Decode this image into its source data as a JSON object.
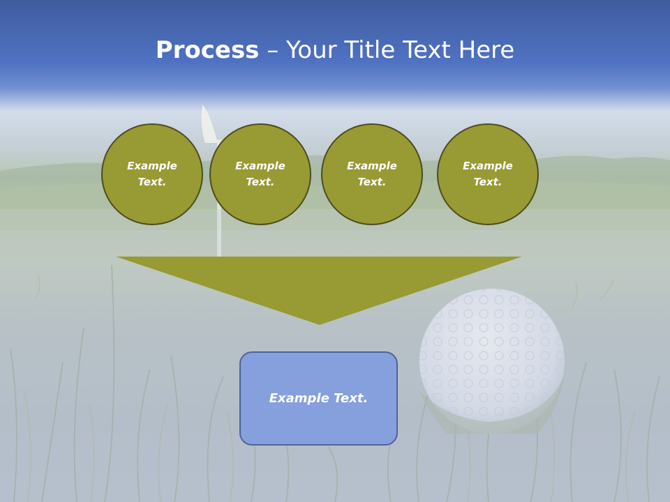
{
  "slide": {
    "title_bold": "Process",
    "title_rest": " – Your Title Text Here",
    "circles": [
      "Example Text.",
      "Example Text.",
      "Example Text.",
      "Example Text."
    ],
    "box_text": "Example Text."
  },
  "colors": {
    "olive_fill": "#989a33",
    "olive_border": "#4b4d1f",
    "box_fill": "#86a0dd",
    "box_border": "#4e6399",
    "sky": "#4f72c2"
  },
  "icons": [
    "golf-flag",
    "golf-ball"
  ]
}
